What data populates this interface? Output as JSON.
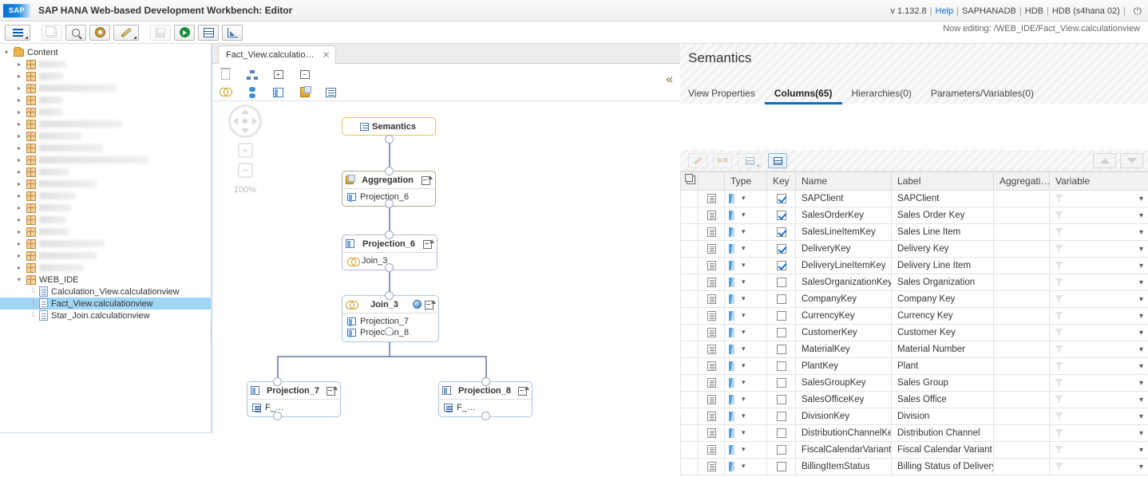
{
  "header": {
    "logo_text": "SAP",
    "app_title": "SAP HANA Web-based Development Workbench: Editor",
    "version": "v 1.132.8",
    "help_label": "Help",
    "schema": "SAPHANADB",
    "db": "HDB",
    "instance": "HDB (s4hana 02)",
    "separator": "|",
    "power_icon": "⏻",
    "now_editing": "Now editing: /WEB_IDE/Fact_View.calculationview"
  },
  "main_toolbar": {
    "buttons": [
      {
        "name": "menu-button",
        "icon": "hamburger-icon",
        "disabled": false,
        "caret": true
      },
      {
        "name": "copy-button",
        "icon": "copy-icon",
        "disabled": true,
        "caret": false
      },
      {
        "name": "search-button",
        "icon": "search-icon",
        "disabled": false,
        "caret": false
      },
      {
        "name": "settings-button",
        "icon": "gear-icon",
        "disabled": false,
        "caret": false
      },
      {
        "name": "edit-button",
        "icon": "pencil-icon",
        "disabled": false,
        "caret": true
      },
      {
        "name": "save-button",
        "icon": "save-icon",
        "disabled": true,
        "caret": false
      },
      {
        "name": "run-button",
        "icon": "run-icon",
        "disabled": false,
        "caret": false
      },
      {
        "name": "data-preview-button",
        "icon": "grid-icon",
        "disabled": false,
        "caret": false
      },
      {
        "name": "analysis-button",
        "icon": "chart-icon",
        "disabled": false,
        "caret": false
      }
    ]
  },
  "tree": {
    "root": {
      "label": "Content",
      "icon": "folder-icon",
      "expanded": true
    },
    "redacted_count": 18,
    "web_ide": {
      "label": "WEB_IDE",
      "icon": "package-icon",
      "expanded": true
    },
    "files": [
      {
        "label": "Calculation_View.calculationview",
        "icon": "calculationview-icon",
        "selected": false
      },
      {
        "label": "Fact_View.calculationview",
        "icon": "calculationview-icon",
        "selected": true
      },
      {
        "label": "Star_Join.calculationview",
        "icon": "calculationview-icon",
        "selected": false
      }
    ]
  },
  "editor": {
    "tab": {
      "label": "Fact_View.calculatio…",
      "close_icon": "close-icon"
    },
    "toolbar_row1": [
      {
        "name": "delete-node-button",
        "icon": "trash-icon"
      },
      {
        "name": "auto-layout-button",
        "icon": "hierarchy-icon"
      },
      {
        "name": "expand-all-button",
        "icon": "expand-all-icon"
      },
      {
        "name": "collapse-all-button",
        "icon": "collapse-all-icon"
      }
    ],
    "toolbar_row2": [
      {
        "name": "add-join-button",
        "icon": "join-icon"
      },
      {
        "name": "add-union-button",
        "icon": "union-icon"
      },
      {
        "name": "add-projection-button",
        "icon": "projection-icon"
      },
      {
        "name": "add-aggregation-button",
        "icon": "aggregation-icon"
      },
      {
        "name": "add-rank-button",
        "icon": "rank-icon"
      }
    ],
    "collapse_panel_icon": "«",
    "zoom": {
      "level": "100%",
      "zoom_in": "+",
      "zoom_out": "−"
    }
  },
  "graph": {
    "nodes": [
      {
        "id": "semantics",
        "title": "Semantics",
        "icon": "semantics-icon",
        "children": []
      },
      {
        "id": "aggregation",
        "title": "Aggregation",
        "icon": "aggregation-icon",
        "children": [
          {
            "label": "Projection_6",
            "icon": "projection-icon"
          }
        ]
      },
      {
        "id": "projection_6",
        "title": "Projection_6",
        "icon": "projection-icon",
        "children": [
          {
            "label": "Join_3",
            "icon": "join-icon"
          }
        ]
      },
      {
        "id": "join_3",
        "title": "Join_3",
        "icon": "join-icon",
        "badge": "globe-icon",
        "children": [
          {
            "label": "Projection_7",
            "icon": "projection-icon"
          },
          {
            "label": "Projection_8",
            "icon": "projection-icon"
          }
        ]
      },
      {
        "id": "projection_7",
        "title": "Projection_7",
        "icon": "projection-icon",
        "children": [
          {
            "label": "F_…",
            "icon": "table-icon"
          }
        ]
      },
      {
        "id": "projection_8",
        "title": "Projection_8",
        "icon": "projection-icon",
        "children": [
          {
            "label": "F_…",
            "icon": "table-icon"
          }
        ]
      }
    ]
  },
  "semantics": {
    "title": "Semantics",
    "tabs": [
      {
        "label": "View Properties",
        "active": false
      },
      {
        "label": "Columns(65)",
        "active": true
      },
      {
        "label": "Hierarchies(0)",
        "active": false
      },
      {
        "label": "Parameters/Variables(0)",
        "active": false
      }
    ],
    "toolbar": [
      {
        "name": "edit-column-button",
        "icon": "pencil-icon",
        "disabled": true
      },
      {
        "name": "remove-column-button",
        "icon": "remove-icon",
        "disabled": true
      },
      {
        "name": "assign-semantics-button",
        "icon": "assign-icon",
        "disabled": true,
        "caret": true
      },
      {
        "name": "auto-assign-button",
        "icon": "auto-assign-icon",
        "disabled": false,
        "active": true
      }
    ],
    "sort_buttons": [
      {
        "name": "move-up-button",
        "icon": "triangle-up-icon"
      },
      {
        "name": "move-down-button",
        "icon": "triangle-down-icon"
      }
    ],
    "columns": [
      "",
      "",
      "Type",
      "Key",
      "Name",
      "Label",
      "Aggregati…",
      "Variable"
    ],
    "rows": [
      {
        "name": "SAPClient",
        "label": "SAPClient",
        "key": true,
        "aggregation": "",
        "variable": ""
      },
      {
        "name": "SalesOrderKey",
        "label": "Sales Order Key",
        "key": true,
        "aggregation": "",
        "variable": ""
      },
      {
        "name": "SalesLineItemKey",
        "label": "Sales Line Item",
        "key": true,
        "aggregation": "",
        "variable": ""
      },
      {
        "name": "DeliveryKey",
        "label": "Delivery Key",
        "key": true,
        "aggregation": "",
        "variable": ""
      },
      {
        "name": "DeliveryLineItemKey",
        "label": "Delivery Line Item",
        "key": true,
        "aggregation": "",
        "variable": ""
      },
      {
        "name": "SalesOrganizationKey",
        "label": "Sales Organization",
        "key": false,
        "aggregation": "",
        "variable": ""
      },
      {
        "name": "CompanyKey",
        "label": "Company Key",
        "key": false,
        "aggregation": "",
        "variable": ""
      },
      {
        "name": "CurrencyKey",
        "label": "Currency Key",
        "key": false,
        "aggregation": "",
        "variable": ""
      },
      {
        "name": "CustomerKey",
        "label": "Customer Key",
        "key": false,
        "aggregation": "",
        "variable": ""
      },
      {
        "name": "MaterialKey",
        "label": "Material Number",
        "key": false,
        "aggregation": "",
        "variable": ""
      },
      {
        "name": "PlantKey",
        "label": "Plant",
        "key": false,
        "aggregation": "",
        "variable": ""
      },
      {
        "name": "SalesGroupKey",
        "label": "Sales Group",
        "key": false,
        "aggregation": "",
        "variable": ""
      },
      {
        "name": "SalesOfficeKey",
        "label": "Sales Office",
        "key": false,
        "aggregation": "",
        "variable": ""
      },
      {
        "name": "DivisionKey",
        "label": "Division",
        "key": false,
        "aggregation": "",
        "variable": ""
      },
      {
        "name": "DistributionChannelKey",
        "label": "Distribution Channel",
        "key": false,
        "aggregation": "",
        "variable": ""
      },
      {
        "name": "FiscalCalendarVariant",
        "label": "Fiscal Calendar Variant",
        "key": false,
        "aggregation": "",
        "variable": ""
      },
      {
        "name": "BillingItemStatus",
        "label": "Billing Status of Delivery",
        "key": false,
        "aggregation": "",
        "variable": ""
      }
    ]
  },
  "colors": {
    "accent": "#0a6ed1",
    "selection": "#9fd5f5",
    "semantics_border": "#f0c44a",
    "aggregation_border": "#a9ad8c",
    "projection_border": "#c2b3d8",
    "join_border": "#a9c6e3",
    "edge": "#8a93b8"
  }
}
